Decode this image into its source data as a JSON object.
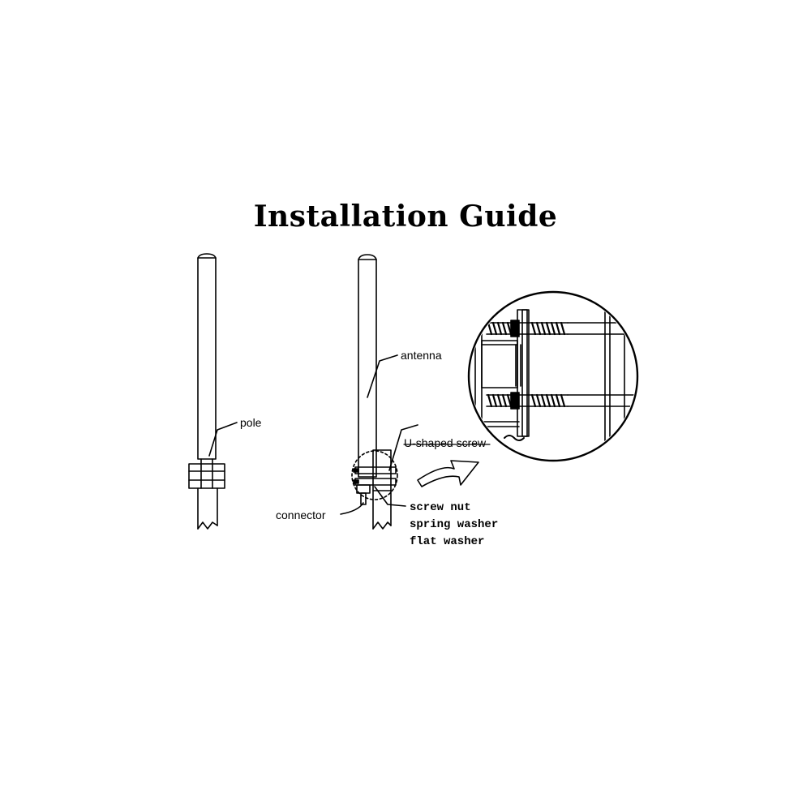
{
  "title": "Installation Guide",
  "labels": {
    "pole": "pole",
    "antenna": "antenna",
    "u_shaped_screw": "U-shaped screw",
    "connector": "connector",
    "hardware_lines": [
      "screw nut",
      "spring washer",
      "flat washer"
    ]
  }
}
